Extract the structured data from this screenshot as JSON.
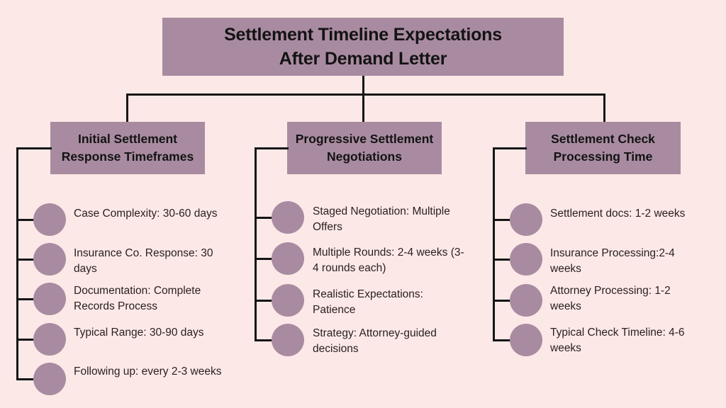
{
  "diagram": {
    "title": "Settlement Timeline Expectations\nAfter Demand Letter",
    "background_color": "#fce9e7",
    "node_color": "#a98ba1",
    "line_color": "#151515",
    "text_color": "#2b2020",
    "branches": [
      {
        "header": "Initial Settlement\nResponse Timeframes",
        "items": [
          "Case Complexity: 30-60 days",
          "Insurance Co. Response: 30 days",
          "Documentation: Complete Records Process",
          "Typical Range: 30-90 days",
          "Following up: every 2-3 weeks"
        ]
      },
      {
        "header": "Progressive Settlement\nNegotiations",
        "items": [
          "Staged Negotiation: Multiple Offers",
          "Multiple Rounds: 2-4 weeks (3-4 rounds each)",
          "Realistic Expectations: Patience",
          "Strategy: Attorney-guided decisions"
        ]
      },
      {
        "header": "Settlement Check\nProcessing Time",
        "items": [
          "Settlement docs: 1-2 weeks",
          "Insurance Processing:2-4 weeks",
          "Attorney Processing: 1-2 weeks",
          "Typical Check Timeline: 4-6 weeks"
        ]
      }
    ]
  }
}
